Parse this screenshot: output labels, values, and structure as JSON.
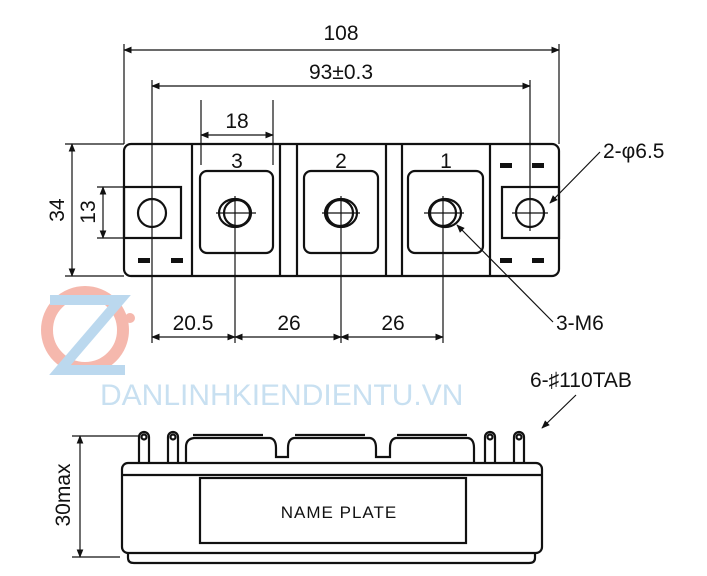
{
  "top_view": {
    "dim_overall_width": "108",
    "dim_mount_pitch": "93±0.3",
    "dim_terminal_width": "18",
    "dim_height": "34",
    "dim_mount_square": "13",
    "terminal_labels": [
      "3",
      "2",
      "1"
    ],
    "dim_spacing": [
      "20.5",
      "26",
      "26"
    ],
    "callout_mount_holes": "2-φ6.5",
    "callout_screws": "3-M6"
  },
  "side_view": {
    "callout_tabs": "6-♯110TAB",
    "dim_max_height": "30max",
    "name_plate": "NAME PLATE"
  },
  "watermark": {
    "text": "DANLINHKIENDIENTU.VN"
  }
}
